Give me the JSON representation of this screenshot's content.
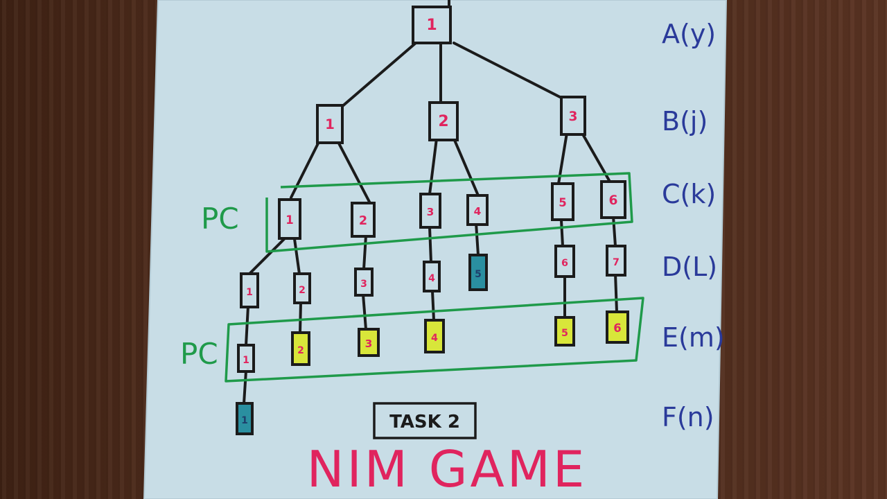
{
  "colors": {
    "paper": "#c8dde6",
    "ink": "#1b1b1b",
    "red_ink": "#e0245e",
    "green_ink": "#1f9a4a",
    "blue_ink": "#2a3a9a",
    "yellow_highlight": "#d8e63a",
    "teal_highlight": "#2a8fa0"
  },
  "levels": [
    {
      "id": "A",
      "label": "A(y)"
    },
    {
      "id": "B",
      "label": "B(j)"
    },
    {
      "id": "C",
      "label": "C(k)"
    },
    {
      "id": "D",
      "label": "D(L)"
    },
    {
      "id": "E",
      "label": "E(m)"
    },
    {
      "id": "F",
      "label": "F(n)"
    }
  ],
  "nodes": {
    "A1": "1",
    "B1": "1",
    "B2": "2",
    "B3": "3",
    "C1": "1",
    "C2": "2",
    "C3": "3",
    "C4": "4",
    "C5": "5",
    "C6": "6",
    "D1": "1",
    "D2": "2",
    "D3": "3",
    "D4": "4",
    "D5": "5",
    "D6": "6",
    "D7": "7",
    "E1": "1",
    "E2": "2",
    "E3": "3",
    "E4": "4",
    "E5": "5",
    "E6": "6",
    "F1": "1"
  },
  "highlights": {
    "yellow": [
      "E2",
      "E3",
      "E4",
      "E5",
      "E6"
    ],
    "teal": [
      "D5",
      "F1"
    ]
  },
  "group_labels": [
    "PC",
    "PC"
  ],
  "task_label": "TASK 2",
  "title": "NIM GAME"
}
